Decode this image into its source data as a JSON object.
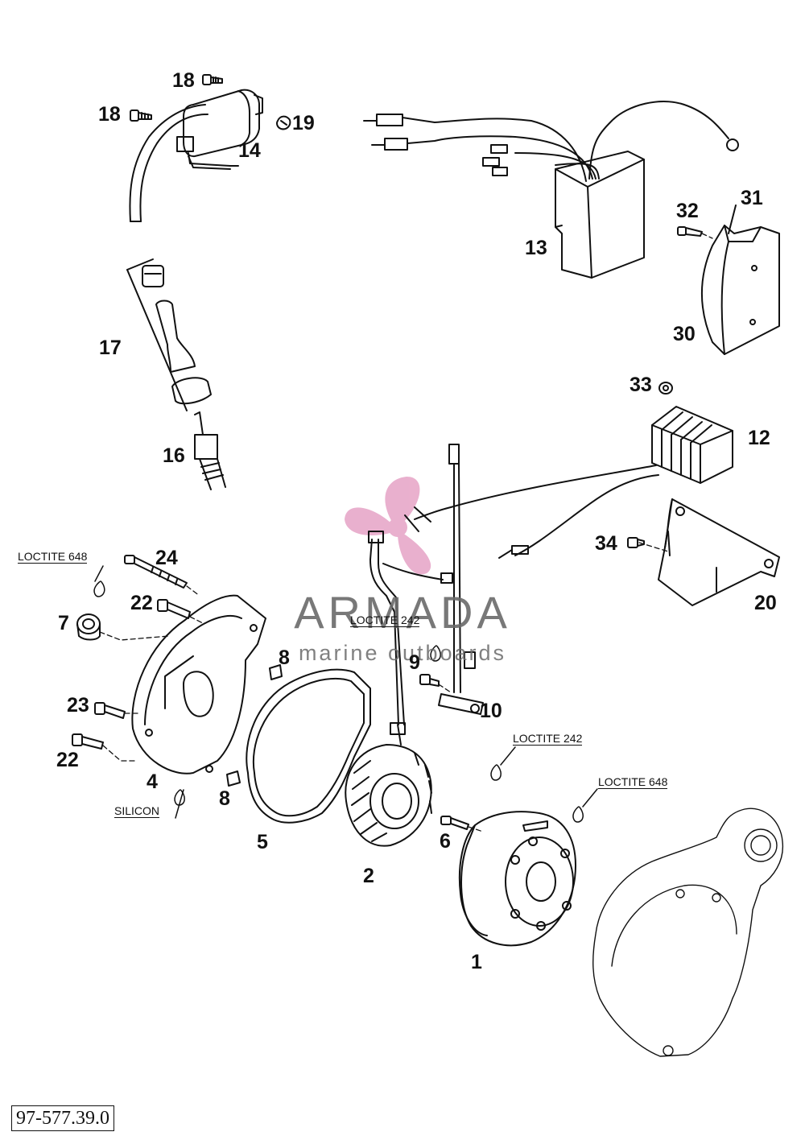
{
  "drawing_number": "97-577.39.0",
  "watermark": {
    "brand": "ARMADA",
    "tagline": "marine outboards",
    "logo_color": "#e6a3c6",
    "text_color": "#6a6a6a"
  },
  "part_callouts": [
    {
      "id": "p18a",
      "label": "18"
    },
    {
      "id": "p18b",
      "label": "18"
    },
    {
      "id": "p19",
      "label": "19"
    },
    {
      "id": "p14",
      "label": "14"
    },
    {
      "id": "p13",
      "label": "13"
    },
    {
      "id": "p32",
      "label": "32"
    },
    {
      "id": "p31",
      "label": "31"
    },
    {
      "id": "p30",
      "label": "30"
    },
    {
      "id": "p17",
      "label": "17"
    },
    {
      "id": "p33",
      "label": "33"
    },
    {
      "id": "p12",
      "label": "12"
    },
    {
      "id": "p16",
      "label": "16"
    },
    {
      "id": "p24",
      "label": "24"
    },
    {
      "id": "p34",
      "label": "34"
    },
    {
      "id": "p22a",
      "label": "22"
    },
    {
      "id": "p7",
      "label": "7"
    },
    {
      "id": "p20",
      "label": "20"
    },
    {
      "id": "p8a",
      "label": "8"
    },
    {
      "id": "p9",
      "label": "9"
    },
    {
      "id": "p10",
      "label": "10"
    },
    {
      "id": "p23",
      "label": "23"
    },
    {
      "id": "p22b",
      "label": "22"
    },
    {
      "id": "p4",
      "label": "4"
    },
    {
      "id": "p8b",
      "label": "8"
    },
    {
      "id": "p5",
      "label": "5"
    },
    {
      "id": "p2",
      "label": "2"
    },
    {
      "id": "p6",
      "label": "6"
    },
    {
      "id": "p1",
      "label": "1"
    }
  ],
  "notes": [
    {
      "id": "n648a",
      "label": "LOCTITE 648"
    },
    {
      "id": "n242a",
      "label": "LOCTITE 242"
    },
    {
      "id": "n242b",
      "label": "LOCTITE 242"
    },
    {
      "id": "n648b",
      "label": "LOCTITE 648"
    },
    {
      "id": "nsil",
      "label": "SILICON"
    }
  ]
}
